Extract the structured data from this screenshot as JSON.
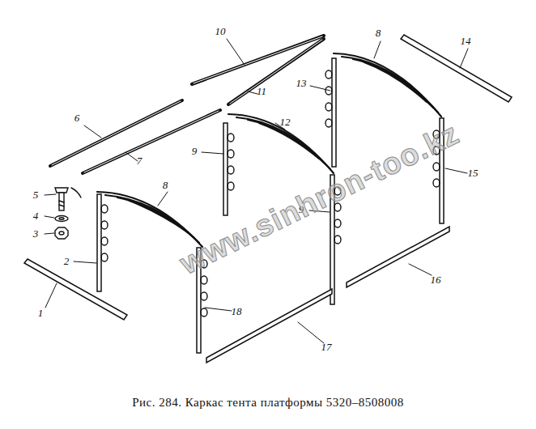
{
  "diagram": {
    "caption": "Рис. 284. Каркас тента платформы 5320–8508008",
    "labels": [
      "10",
      "8",
      "14",
      "6",
      "11",
      "13",
      "12",
      "9",
      "15",
      "5",
      "7",
      "8",
      "4",
      "9",
      "3",
      "2",
      "16",
      "1",
      "18",
      "17",
      "www.sinhron-too.kz"
    ]
  }
}
